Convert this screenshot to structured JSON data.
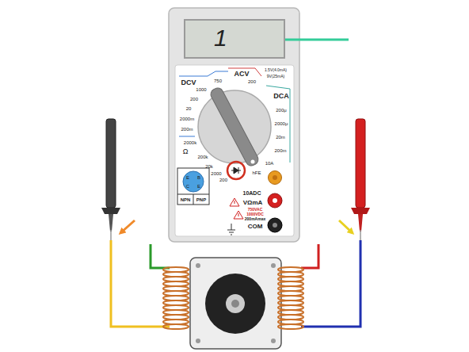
{
  "diagram": {
    "nodes": [
      {
        "text": [
          "1"
        ]
      }
    ],
    "labels": [
      "DCV",
      "1000",
      "200",
      "20",
      "2000m",
      "200m",
      "ACV",
      "750",
      "200",
      "1.5V(4.0mA)",
      "9V(25mA)",
      "DCA",
      "200μ",
      "2000μ",
      "20m",
      "200m",
      "10A",
      "hFE",
      "2000k",
      "Ω",
      "200k",
      "20k",
      "2000",
      "200",
      "E",
      "B",
      "C",
      "E",
      "NPN",
      "PNP",
      "10ADC",
      "VΩmA",
      "COM",
      "750VAC",
      "1000VDC",
      "200mAmax"
    ]
  }
}
